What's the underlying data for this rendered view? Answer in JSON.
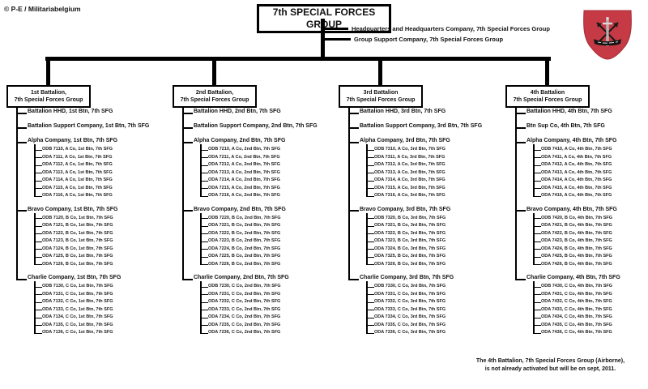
{
  "credit": "© P-E / Militariabelgium",
  "title": "7th SPECIAL FORCES GROUP",
  "group_units": [
    "Headquarters and Headquarters Company,  7th Special Forces Group",
    "Group Support Company,  7th Special Forces Group"
  ],
  "insignia": {
    "name": "7th-sfg-beret-flash",
    "flash_color": "#c53a44",
    "crest_colors": [
      "#1a1a1a",
      "#d9d9d9"
    ]
  },
  "battalions": [
    {
      "name_line1": "1st Battalion,",
      "name_line2": "7th Special Forces Group",
      "units": [
        {
          "label": "Battalion HHD, 1st Btn, 7th SFG"
        },
        {
          "label": "Battalion  Support Company, 1st Btn, 7th SFG"
        },
        {
          "label": "Alpha Company, 1st Btn, 7th SFG",
          "teams": [
            "ODB 7110, A Co, 1st Btn, 7th SFG",
            "ODA 7111, A Co, 1st Btn, 7th SFG",
            "ODA 7112, A Co, 1st Btn, 7th SFG",
            "ODA 7113, A Co, 1st Btn, 7th SFG",
            "ODA 7114, A Co, 1st Btn, 7th SFG",
            "ODA 7115, A Co, 1st Btn, 7th SFG",
            "ODA 7116, A Co, 1st Btn, 7th SFG"
          ]
        },
        {
          "label": "Bravo Company, 1st Btn, 7th SFG",
          "teams": [
            "ODB 7120, B Co, 1st Btn, 7th SFG",
            "ODA 7121, B Co, 1st Btn, 7th SFG",
            "ODA 7122, B Co, 1st Btn, 7th SFG",
            "ODA 7123, B Co, 1st Btn, 7th SFG",
            "ODA 7124, B Co, 1st Btn, 7th SFG",
            "ODA 7125, B Co, 1st Btn, 7th SFG",
            "ODA 7126, B Co, 1st Btn, 7th SFG"
          ]
        },
        {
          "label": "Charlie Company, 1st Btn, 7th SFG",
          "teams": [
            "ODB 7130, C Co, 1st Btn, 7th SFG",
            "ODA 7131, C Co, 1st Btn, 7th SFG",
            "ODA 7132, C Co, 1st Btn, 7th SFG",
            "ODA 7133, C Co, 1st Btn, 7th SFG",
            "ODA 7134, C Co, 1st Btn, 7th SFG",
            "ODA 7135, C Co, 1st Btn, 7th SFG",
            "ODA 7136, C Co, 1st Btn, 7th SFG"
          ]
        }
      ]
    },
    {
      "name_line1": "2nd Battalion,",
      "name_line2": "7th Special Forces Group",
      "units": [
        {
          "label": "Battalion HHD, 2nd Btn, 7th SFG"
        },
        {
          "label": "Battalion  Support Company, 2nd Btn, 7th SFG"
        },
        {
          "label": "Alpha Company, 2nd Btn, 7th SFG",
          "teams": [
            "ODB 7210, A Co, 2nd Btn, 7th SFG",
            "ODA 7211, A Co, 2nd Btn, 7th SFG",
            "ODA 7212, A Co, 2nd Btn, 7th SFG",
            "ODA 7213, A Co, 2nd Btn, 7th SFG",
            "ODA 7214, A Co, 2nd Btn, 7th SFG",
            "ODA 7215, A Co, 2nd Btn, 7th SFG",
            "ODA 7216, A Co, 2nd Btn, 7th SFG"
          ]
        },
        {
          "label": "Bravo Company, 2nd Btn, 7th SFG",
          "teams": [
            "ODB 7220, B Co, 2nd Btn, 7th SFG",
            "ODA 7221, B Co, 2nd Btn, 7th SFG",
            "ODA 7222, B Co, 2nd Btn, 7th SFG",
            "ODA 7223, B Co, 2nd Btn, 7th SFG",
            "ODA 7224, B Co, 2nd Btn, 7th SFG",
            "ODA 7225, B Co, 2nd Btn, 7th SFG",
            "ODA 7226, B Co, 2nd Btn, 7th SFG"
          ]
        },
        {
          "label": "Charlie Company, 2nd Btn, 7th SFG",
          "teams": [
            "ODB 7230, C Co, 2nd Btn, 7th SFG",
            "ODA 7231, C Co, 2nd Btn, 7th SFG",
            "ODA 7232, C Co, 2nd Btn, 7th SFG",
            "ODA 7233, C Co, 2nd Btn, 7th SFG",
            "ODA 7234, C Co, 2nd Btn, 7th SFG",
            "ODA 7235, C Co, 2nd Btn, 7th SFG",
            "ODA 7236, C Co, 2nd Btn, 7th SFG"
          ]
        }
      ]
    },
    {
      "name_line1": "3rd Battalion",
      "name_line2": "7th Special Forces Group",
      "units": [
        {
          "label": "Battalion HHD,  3rd Btn, 7th SFG"
        },
        {
          "label": "Battalion  Support Company, 3rd Btn,  7th SFG"
        },
        {
          "label": "Alpha Company, 3rd Btn, 7th SFG",
          "teams": [
            "ODB 7310, A Co, 3rd Btn, 7th SFG",
            "ODA 7311, A Co, 3rd Btn, 7th SFG",
            "ODA 7312, A Co, 3rd Btn, 7th SFG",
            "ODA 7313, A Co, 3rd Btn, 7th SFG",
            "ODA 7314, A Co, 3rd Btn, 7th SFG",
            "ODA 7315, A Co, 3rd Btn, 7th SFG",
            "ODA 7316, A Co, 3rd Btn, 7th SFG"
          ]
        },
        {
          "label": "Bravo Company, 3rd Btn, 7th SFG",
          "teams": [
            "ODB 7320, B Co, 3rd Btn, 7th SFG",
            "ODA 7321, B Co, 3rd Btn, 7th SFG",
            "ODA 7322, B Co, 3rd Btn, 7th SFG",
            "ODA 7323, B Co, 3rd Btn, 7th SFG",
            "ODA 7324, B Co, 3rd Btn, 7th SFG",
            "ODA 7325, B Co, 3rd Btn, 7th SFG",
            "ODA 7326, B Co, 3rd Btn, 7th SFG"
          ]
        },
        {
          "label": "Charlie Company, 3rd Btn, 7th SFG",
          "teams": [
            "ODB 7330, C Co, 3rd Btn, 7th SFG",
            "ODA 7331, C Co, 3rd Btn, 7th SFG",
            "ODA 7332, C Co, 3rd Btn, 7th SFG",
            "ODA 7333, C Co, 3rd Btn, 7th SFG",
            "ODA 7334, C Co, 3rd Btn, 7th SFG",
            "ODA 7335, C Co, 3rd Btn, 7th SFG",
            "ODA 7336, C Co, 3rd Btn, 7th SFG"
          ]
        }
      ]
    },
    {
      "name_line1": "4th Battalion",
      "name_line2": "7th Special Forces Group",
      "units": [
        {
          "label": "Battalion HHD, 4th Btn, 7th SFG"
        },
        {
          "label": "Btn  Sup Co, 4th Btn, 7th SFG"
        },
        {
          "label": "Alpha Company, 4th Btn, 7th SFG",
          "teams": [
            "ODB 7410, A Co, 4th Btn, 7th SFG",
            "ODA 7411, A Co, 4th Btn, 7th SFG",
            "ODA 7412, A Co, 4th Btn, 7th SFG",
            "ODA 7413, A Co, 4th Btn, 7th SFG",
            "ODA 7414, A Co, 4th Btn, 7th SFG",
            "ODA 7415, A Co, 4th Btn, 7th SFG",
            "ODA 7416, A Co, 4th Btn, 7th SFG"
          ]
        },
        {
          "label": "Bravo Company, 4th Btn, 7th SFG",
          "teams": [
            "ODB 7420, B Co, 4th Btn, 7th SFG",
            "ODA 7421, B Co, 4th Btn, 7th SFG",
            "ODA 7422, B Co, 4th Btn, 7th SFG",
            "ODA 7423, B Co, 4th Btn, 7th SFG",
            "ODA 7424, B Co, 4th Btn, 7th SFG",
            "ODA 7425, B Co, 4th Btn, 7th SFG",
            "ODA 7426, B Co, 4th Btn, 7th SFG"
          ]
        },
        {
          "label": "Charlie Company, 4th Btn, 7th SFG",
          "teams": [
            "ODB 7430, C Co, 4th Btn, 7th SFG",
            "ODA 7431, C Co, 4th Btn, 7th SFG",
            "ODA 7432, C Co, 4th Btn, 7th SFG",
            "ODA 7433, C Co, 4th Btn, 7th SFG",
            "ODA 7434, C Co, 4th Btn, 7th SFG",
            "ODA 7435, C Co, 4th Btn, 7th SFG",
            "ODA 7436, C Co, 4th Btn, 7th SFG"
          ]
        }
      ]
    }
  ],
  "footnote": {
    "line1": "The 4th Battalion, 7th Special Forces Group (Airborne),",
    "line2": "is not already activated but will be on sept, 2011."
  }
}
